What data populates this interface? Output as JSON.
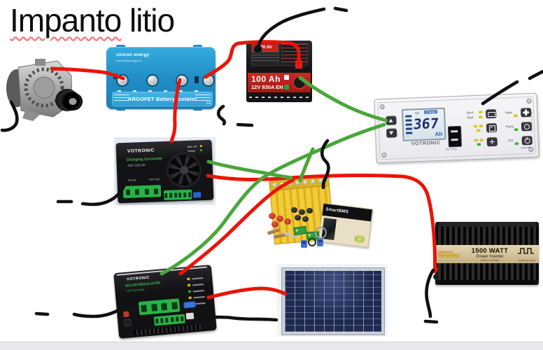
{
  "title": {
    "misspelled_word": "Impanto",
    "rest_word": " litio"
  },
  "isolator": {
    "brand": "victron energy",
    "website": "www.victronenergy.com",
    "label": "ARGOFET Battery Isolator",
    "ce_mark": "CE"
  },
  "starter_battery": {
    "top_sticker": "100 Ah",
    "capacity": "100 Ah",
    "spec": "12V 830A EN"
  },
  "control_panel": {
    "brand": "VOTRONIC",
    "display_value": "367",
    "display_unit": "Ah",
    "status_on": "On",
    "status_charge": "Charge",
    "label_bord": "Bord",
    "label_start": "Start",
    "label_solar": "Solar",
    "label_pump": "Pump",
    "label_12v": "12V",
    "label_power": "A-On-Off",
    "usb_label": "5V / 2.5A",
    "made_in": "Made in Germany"
  },
  "charging_converter": {
    "brand": "VOTRONIC",
    "name": "Charging Converter",
    "model": "VCC 1212-30",
    "led_full": "Batt. Full",
    "led_charge": "Charge",
    "input_label": "IN 12V",
    "output_label": "OUT 12V"
  },
  "lithium_kit": {
    "bms_label": "SmartBMS"
  },
  "inverter": {
    "brand_top": "windynation",
    "brand": "VertaMax",
    "power": "1500 WATT",
    "name": "Power Inverter",
    "spec": "12VDC to 115VAC",
    "wave_label": "Modified Sine Wave"
  },
  "solar_regulator": {
    "brand": "VOTRONIC",
    "name": "SOLAR REGULATOR",
    "model": "MPP Duo Digital"
  },
  "wires": [
    {
      "name": "red-alternator-to-isolator",
      "color": "#ea1408",
      "from": "alternator",
      "to": "battery isolator"
    },
    {
      "name": "red-isolator-to-starter-battery",
      "color": "#ea1408",
      "from": "battery isolator",
      "to": "starter battery positive"
    },
    {
      "name": "red-isolator-to-charging-converter",
      "color": "#ea1408",
      "from": "battery isolator",
      "to": "charging converter"
    },
    {
      "name": "red-converter-to-inverter",
      "color": "#ea1408",
      "from": "charging converter",
      "to": "inverter DC input"
    },
    {
      "name": "red-lithium-to-solar-regulator",
      "color": "#ea1408",
      "from": "lithium battery area",
      "to": "solar regulator"
    },
    {
      "name": "red-regulator-to-solar-panel",
      "color": "#ea1408",
      "from": "solar regulator",
      "to": "solar panel"
    },
    {
      "name": "green-battery-to-control-panel",
      "color": "#4aa63c",
      "from": "starter battery",
      "to": "control panel"
    },
    {
      "name": "green-control-panel-to-regulator",
      "color": "#4aa63c",
      "from": "control panel",
      "to": "solar regulator"
    },
    {
      "name": "green-converter-to-lithium",
      "color": "#4aa63c",
      "from": "charging converter",
      "to": "lithium battery"
    },
    {
      "name": "green-branch-to-lithium",
      "color": "#4aa63c",
      "from": "green lead",
      "to": "lithium battery"
    },
    {
      "name": "black-alternator-ground",
      "color": "#101010"
    },
    {
      "name": "black-starter-battery-negative",
      "color": "#101010"
    },
    {
      "name": "black-top-right-strokes",
      "color": "#101010"
    },
    {
      "name": "black-isolator-mark",
      "color": "#101010"
    },
    {
      "name": "black-lithium-negative",
      "color": "#101010"
    },
    {
      "name": "black-converter-ground",
      "color": "#101010"
    },
    {
      "name": "black-regulator-ground",
      "color": "#101010"
    },
    {
      "name": "black-regulator-to-panel",
      "color": "#101010"
    },
    {
      "name": "black-inverter-ground",
      "color": "#101010"
    }
  ],
  "colors": {
    "wire_red": "#ea1408",
    "wire_green": "#4aa63c",
    "wire_black": "#101010",
    "isolator_blue": "#2196cf",
    "cell_yellow": "#edc32e",
    "inverter_band": "#d7c596",
    "battery_red": "#c8251f"
  }
}
